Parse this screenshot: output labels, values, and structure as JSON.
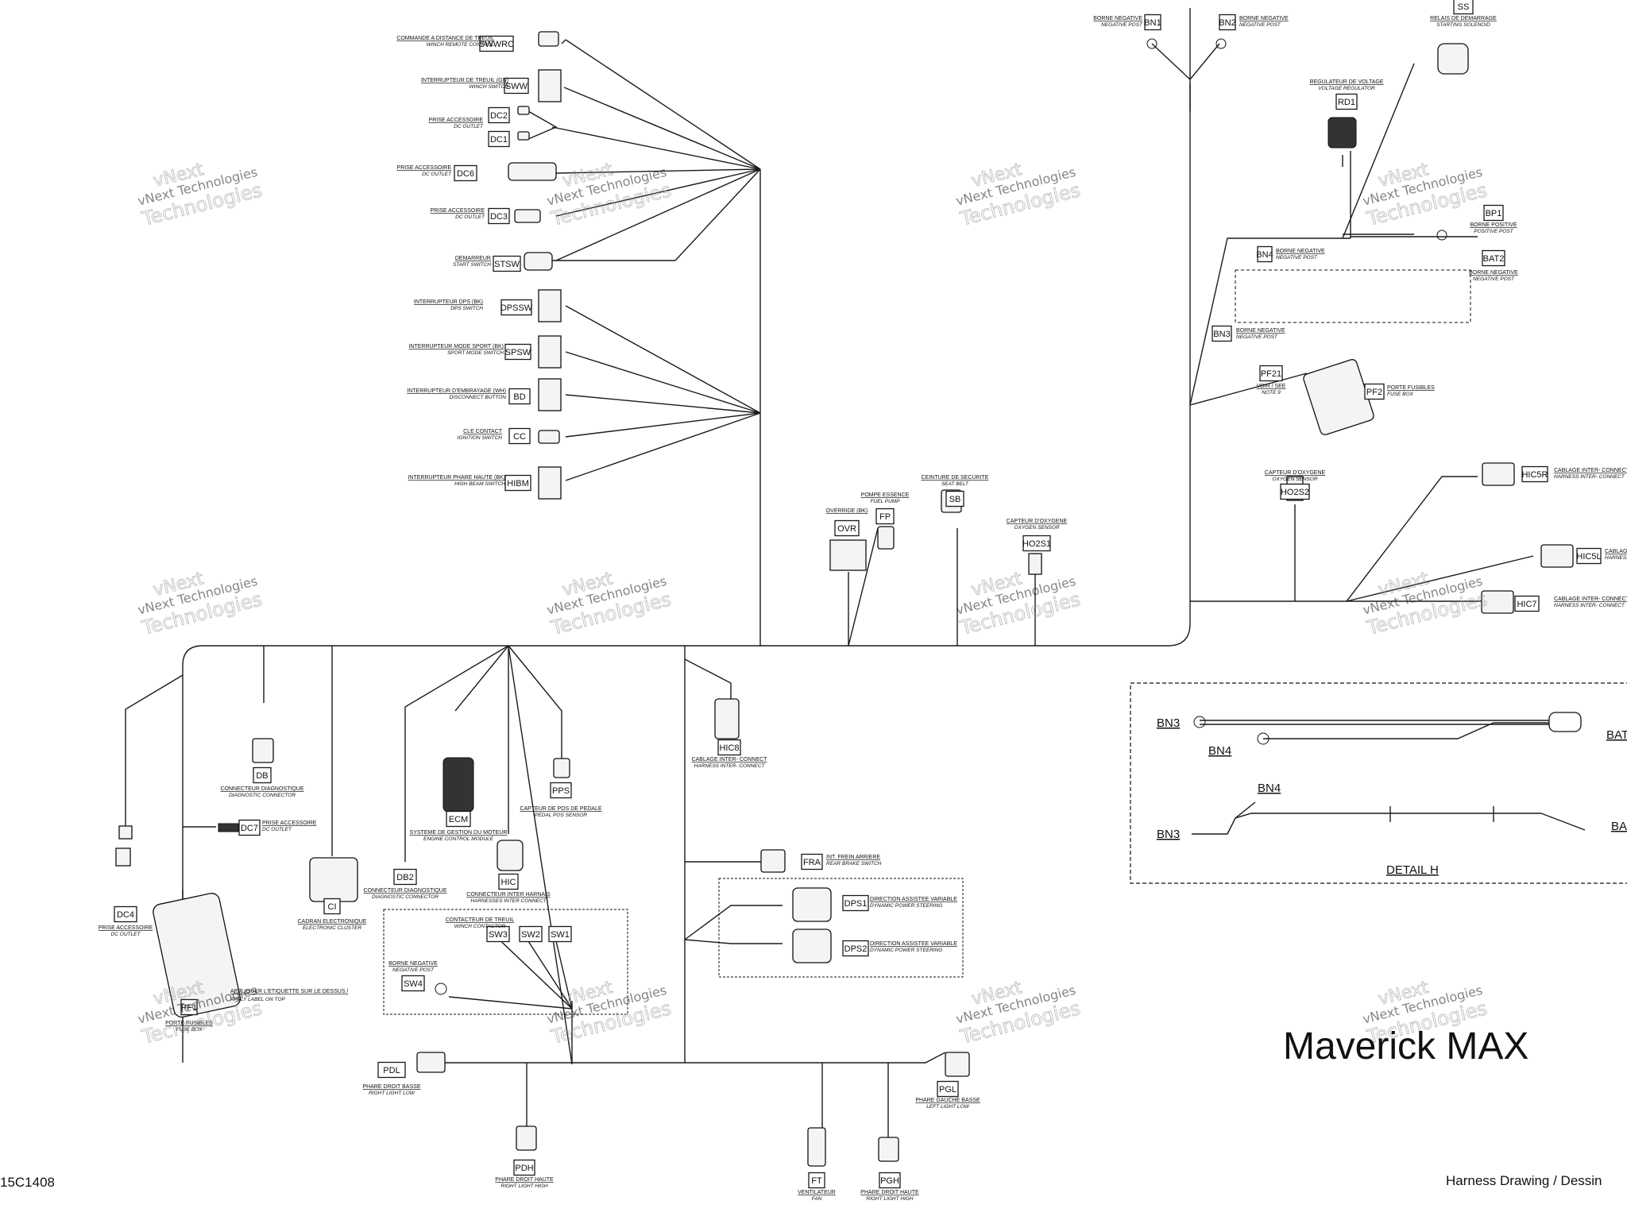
{
  "model_title": "Maverick MAX",
  "doc_number": "15C1408",
  "footer_text": "Harness Drawing / Dessin",
  "watermark": {
    "line1": "vNext Technologies",
    "line2": "Technologies",
    "line0": "vNext"
  },
  "detail": {
    "title": "DETAIL H",
    "labels": {
      "bn3": "BN3",
      "bn4": "BN4",
      "bat": "BAT",
      "ba": "BA"
    }
  },
  "connectors": [
    {
      "id": "swwrc",
      "code": "SWWRC",
      "fr": "COMMANDE A DISTANCE DE TREUIL",
      "en": "WINCH REMOTE CONTROL"
    },
    {
      "id": "sww",
      "code": "SWW",
      "fr": "INTERRUPTEUR DE TREUIL (GN)",
      "en": "WINCH SWITCH"
    },
    {
      "id": "dc2",
      "code": "DC2",
      "fr": "PRISE ACCESSOIRE",
      "en": "DC OUTLET"
    },
    {
      "id": "dc1",
      "code": "DC1",
      "fr": "",
      "en": ""
    },
    {
      "id": "dc6",
      "code": "DC6",
      "fr": "PRISE ACCESSOIRE",
      "en": "DC OUTLET"
    },
    {
      "id": "dc3",
      "code": "DC3",
      "fr": "PRISE ACCESSOIRE",
      "en": "DC OUTLET"
    },
    {
      "id": "stsw",
      "code": "STSW",
      "fr": "DEMARREUR",
      "en": "START SWITCH"
    },
    {
      "id": "dpssw",
      "code": "DPSSW",
      "fr": "INTERRUPTEUR DPS (BK)",
      "en": "DPS SWITCH"
    },
    {
      "id": "spsw",
      "code": "SPSW",
      "fr": "INTERRUPTEUR MODE SPORT (BK)",
      "en": "SPORT MODE SWITCH"
    },
    {
      "id": "bd",
      "code": "BD",
      "fr": "INTERRUPTEUR D'EMBRAYAGE (WH)",
      "en": "DISCONNECT BUTTON"
    },
    {
      "id": "cc",
      "code": "CC",
      "fr": "CLE CONTACT",
      "en": "IGNITION SWITCH"
    },
    {
      "id": "hibm",
      "code": "HIBM",
      "fr": "INTERRUPTEUR PHARE HAUTE (BK)",
      "en": "HIGH BEAM SWITCH"
    },
    {
      "id": "ovr",
      "code": "OVR",
      "fr": "OVERRIDE (BK)",
      "en": ""
    },
    {
      "id": "fp",
      "code": "FP",
      "fr": "POMPE ESSENCE",
      "en": "FUEL PUMP"
    },
    {
      "id": "sb",
      "code": "SB",
      "fr": "CEINTURE DE SECURITE",
      "en": "SEAT BELT"
    },
    {
      "id": "ho2s1",
      "code": "HO2S1",
      "fr": "CAPTEUR D'OXYGENE",
      "en": "OXYGEN SENSOR"
    },
    {
      "id": "bn1",
      "code": "BN1",
      "fr": "BORNE NEGATIVE",
      "en": "NEGATIVE POST"
    },
    {
      "id": "bn2",
      "code": "BN2",
      "fr": "BORNE NEGATIVE",
      "en": "NEGATIVE POST"
    },
    {
      "id": "ss",
      "code": "SS",
      "fr": "RELAIS DE DEMARRAGE",
      "en": "STARTING SOLENOID"
    },
    {
      "id": "rd1",
      "code": "RD1",
      "fr": "REGULATEUR DE VOLTAGE",
      "en": "VOLTAGE REGULATOR"
    },
    {
      "id": "bp1",
      "code": "BP1",
      "fr": "BORNE POSITIVE",
      "en": "POSITIVE POST"
    },
    {
      "id": "bn4",
      "code": "BN4",
      "fr": "BORNE NEGATIVE",
      "en": "NEGATIVE POST"
    },
    {
      "id": "bat2",
      "code": "BAT2",
      "fr": "BORNE NEGATIVE",
      "en": "NEGATIVE POST"
    },
    {
      "id": "bn3",
      "code": "BN3",
      "fr": "BORNE NEGATIVE",
      "en": "NEGATIVE POST"
    },
    {
      "id": "pf21",
      "code": "PF21",
      "fr": "VOIR / SEE",
      "en": "NOTE 9"
    },
    {
      "id": "pf2",
      "code": "PF2",
      "fr": "PORTE FUSIBLES",
      "en": "FUSE BOX"
    },
    {
      "id": "ho2s2",
      "code": "HO2S2",
      "fr": "CAPTEUR D'OXYGENE",
      "en": "OXYGEN SENSOR"
    },
    {
      "id": "hic5r",
      "code": "HIC5R",
      "fr": "CABLAGE INTER- CONNECT",
      "en": "HARNESS INTER- CONNECT"
    },
    {
      "id": "hic5l",
      "code": "HIC5L",
      "fr": "CABLAGE",
      "en": "HARNESS"
    },
    {
      "id": "hic7",
      "code": "HIC7",
      "fr": "CABLAGE INTER- CONNECT",
      "en": "HARNESS INTER- CONNECT"
    },
    {
      "id": "db",
      "code": "DB",
      "fr": "CONNECTEUR DIAGNOSTIQUE",
      "en": "DIAGNOSTIC CONNECTOR"
    },
    {
      "id": "dc7",
      "code": "DC7",
      "fr": "PRISE ACCESSOIRE",
      "en": "DC OUTLET"
    },
    {
      "id": "dc4",
      "code": "DC4",
      "fr": "PRISE ACCESSOIRE",
      "en": "DC OUTLET"
    },
    {
      "id": "ci",
      "code": "CI",
      "fr": "CADRAN ELECTRONIQUE",
      "en": "ELECTRONIC CLUSTER"
    },
    {
      "id": "ecm",
      "code": "ECM",
      "fr": "SYSTEME DE GESTION DU MOTEUR",
      "en": "ENGINE CONTROL MODULE"
    },
    {
      "id": "pps",
      "code": "PPS",
      "fr": "CAPTEUR DE POS DE PEDALE",
      "en": "PEDAL POS SENSOR"
    },
    {
      "id": "db2",
      "code": "DB2",
      "fr": "CONNECTEUR DIAGNOSTIQUE",
      "en": "DIAGNOSTIC CONNECTOR"
    },
    {
      "id": "hic",
      "code": "HIC",
      "fr": "CONNECTEUR INTER HARNAIS",
      "en": "HARNESSES INTER CONNECT"
    },
    {
      "id": "hic8",
      "code": "HIC8",
      "fr": "CABLAGE INTER- CONNECT",
      "en": "HARNESS INTER- CONNECT"
    },
    {
      "id": "fra",
      "code": "FRA",
      "fr": "INT. FREIN ARRIERE",
      "en": "REAR BRAKE SWITCH"
    },
    {
      "id": "dps1",
      "code": "DPS1",
      "fr": "DIRECTION ASSISTEE VARIABLE",
      "en": "DYNAMIC POWER STEERING"
    },
    {
      "id": "dps2",
      "code": "DPS2",
      "fr": "DIRECTION ASSISTEE VARIABLE",
      "en": "DYNAMIC POWER STEERING"
    },
    {
      "id": "sw3",
      "code": "SW3",
      "fr": "CONTACTEUR DE TREUIL",
      "en": "WINCH CONTACTOR"
    },
    {
      "id": "sw2",
      "code": "SW2",
      "fr": "",
      "en": ""
    },
    {
      "id": "sw1",
      "code": "SW1",
      "fr": "",
      "en": ""
    },
    {
      "id": "sw4",
      "code": "SW4",
      "fr": "BORNE NEGATIVE",
      "en": "NEGATIVE POST"
    },
    {
      "id": "pf1",
      "code": "PF1",
      "fr": "PORTE FUSIBLES",
      "en": "FUSE BOX"
    },
    {
      "id": "pdl",
      "code": "PDL",
      "fr": "PHARE DROIT BASSE",
      "en": "RIGHT LIGHT LOW"
    },
    {
      "id": "pdh",
      "code": "PDH",
      "fr": "PHARE DROIT HAUTE",
      "en": "RIGHT LIGHT HIGH"
    },
    {
      "id": "ft",
      "code": "FT",
      "fr": "VENTILATEUR",
      "en": "FAN"
    },
    {
      "id": "pgh",
      "code": "PGH",
      "fr": "PHARE DROIT HAUTE",
      "en": "RIGHT LIGHT HIGH"
    },
    {
      "id": "pgl",
      "code": "PGL",
      "fr": "PHARE GAUCHE BASSE",
      "en": "LEFT LIGHT LOW"
    }
  ],
  "notes": {
    "label_top": "APPLIQUER L'ETIQUETTE SUR LE DESSUS /",
    "label_top_en": "APPLY LABEL ON TOP"
  }
}
